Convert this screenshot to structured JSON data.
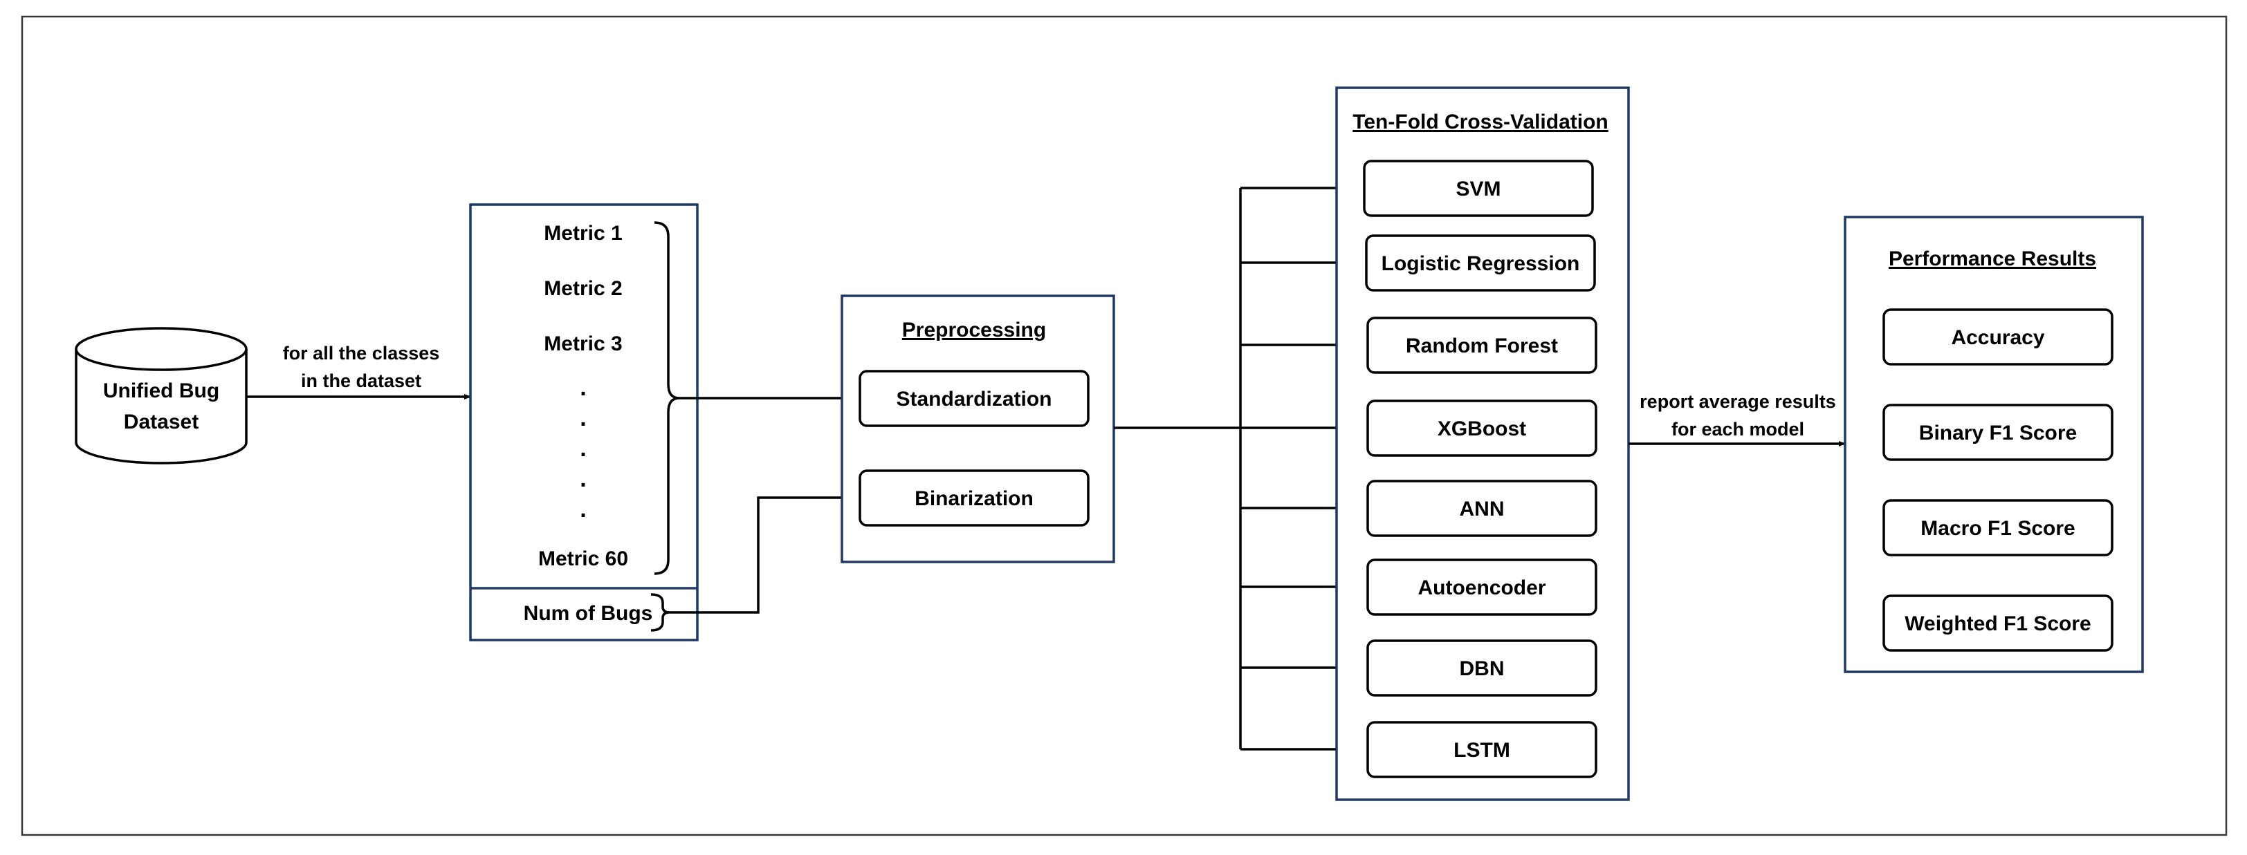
{
  "dataset": {
    "line1": "Unified Bug",
    "line2": "Dataset"
  },
  "edge_labels": {
    "dataset_to_metrics": [
      "for all the classes",
      "in the dataset"
    ],
    "cv_to_results": [
      "report average results",
      "for each model"
    ]
  },
  "metrics": {
    "items": [
      "Metric 1",
      "Metric 2",
      "Metric 3"
    ],
    "ellipsis": [
      ".",
      ".",
      ".",
      ".",
      "."
    ],
    "last": "Metric 60",
    "target": "Num of Bugs"
  },
  "preprocessing": {
    "title": "Preprocessing",
    "steps": [
      "Standardization",
      "Binarization"
    ]
  },
  "cross_validation": {
    "title": "Ten-Fold Cross-Validation",
    "models": [
      "SVM",
      "Logistic Regression",
      "Random Forest",
      "XGBoost",
      "ANN",
      "Autoencoder",
      "DBN",
      "LSTM"
    ]
  },
  "results": {
    "title": "Performance Results",
    "metrics": [
      "Accuracy",
      "Binary F1 Score",
      "Macro F1 Score",
      "Weighted F1 Score"
    ]
  }
}
